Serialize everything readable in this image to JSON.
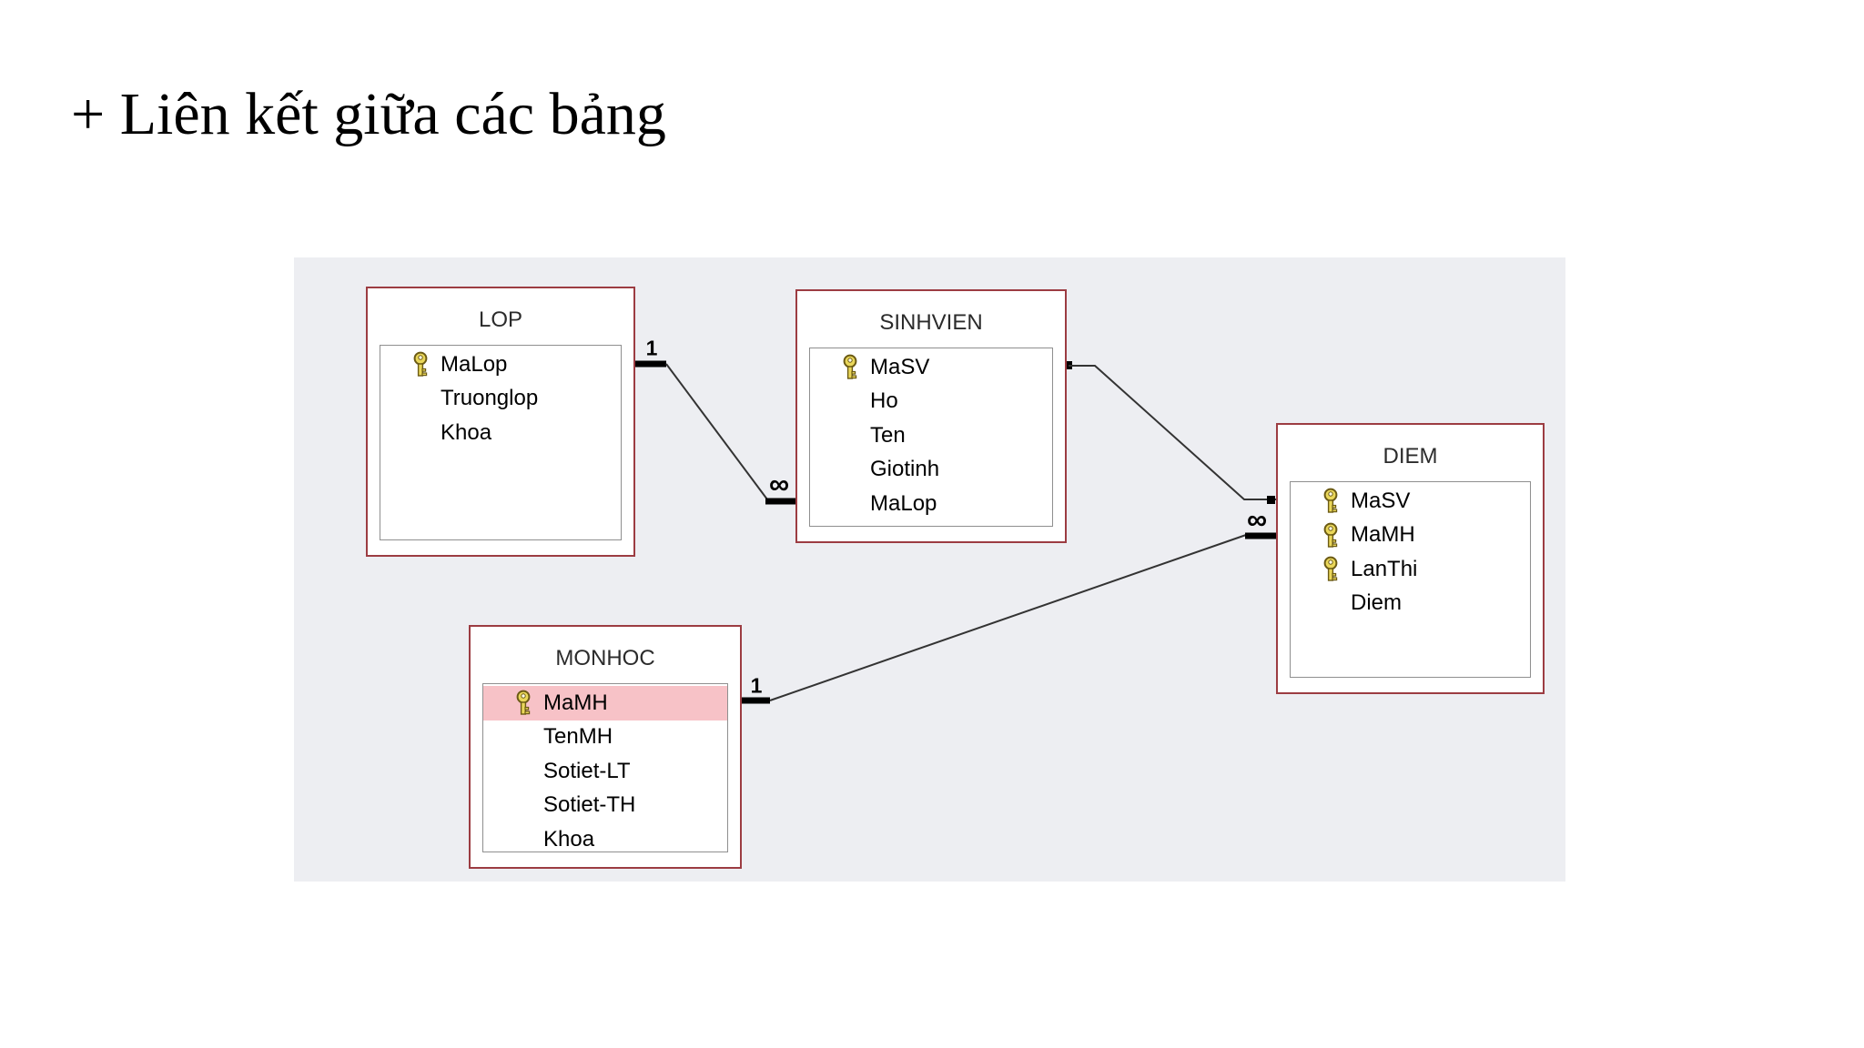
{
  "page": {
    "heading": "+ Liên kết giữa các bảng"
  },
  "diagram": {
    "tables": [
      {
        "id": "lop",
        "name": "LOP",
        "fields": [
          {
            "label": "MaLop",
            "key": true
          },
          {
            "label": "Truonglop",
            "key": false
          },
          {
            "label": "Khoa",
            "key": false
          }
        ]
      },
      {
        "id": "sinhvien",
        "name": "SINHVIEN",
        "fields": [
          {
            "label": "MaSV",
            "key": true
          },
          {
            "label": "Ho",
            "key": false
          },
          {
            "label": "Ten",
            "key": false
          },
          {
            "label": "Giotinh",
            "key": false
          },
          {
            "label": "MaLop",
            "key": false
          }
        ]
      },
      {
        "id": "diem",
        "name": "DIEM",
        "fields": [
          {
            "label": "MaSV",
            "key": true
          },
          {
            "label": "MaMH",
            "key": true
          },
          {
            "label": "LanThi",
            "key": true
          },
          {
            "label": "Diem",
            "key": false
          }
        ]
      },
      {
        "id": "monhoc",
        "name": "MONHOC",
        "fields": [
          {
            "label": "MaMH",
            "key": true,
            "highlighted": true
          },
          {
            "label": "TenMH",
            "key": false
          },
          {
            "label": "Sotiet-LT",
            "key": false
          },
          {
            "label": "Sotiet-TH",
            "key": false
          },
          {
            "label": "Khoa",
            "key": false
          }
        ]
      }
    ],
    "relationships": [
      {
        "id": "lop-sinhvien",
        "from_table": "LOP",
        "from_field": "MaLop",
        "to_table": "SINHVIEN",
        "to_field": "MaLop",
        "from_label": "1",
        "to_label": "∞"
      },
      {
        "id": "sinhvien-diem",
        "from_table": "SINHVIEN",
        "from_field": "MaSV",
        "to_table": "DIEM",
        "to_field": "MaSV",
        "from_label": "",
        "to_label": ""
      },
      {
        "id": "monhoc-diem",
        "from_table": "MONHOC",
        "from_field": "MaMH",
        "to_table": "DIEM",
        "to_field": "MaMH",
        "from_label": "1",
        "to_label": "∞"
      }
    ],
    "colors": {
      "canvas_bg": "#edeef2",
      "table_border": "#9c3c42",
      "inner_border": "#8f8f8f",
      "highlight_row": "#f7c2c7",
      "key_gold": "#ead75a",
      "line": "#333333",
      "bar": "#000000"
    },
    "icons": {
      "primary_key": "key-icon"
    }
  }
}
